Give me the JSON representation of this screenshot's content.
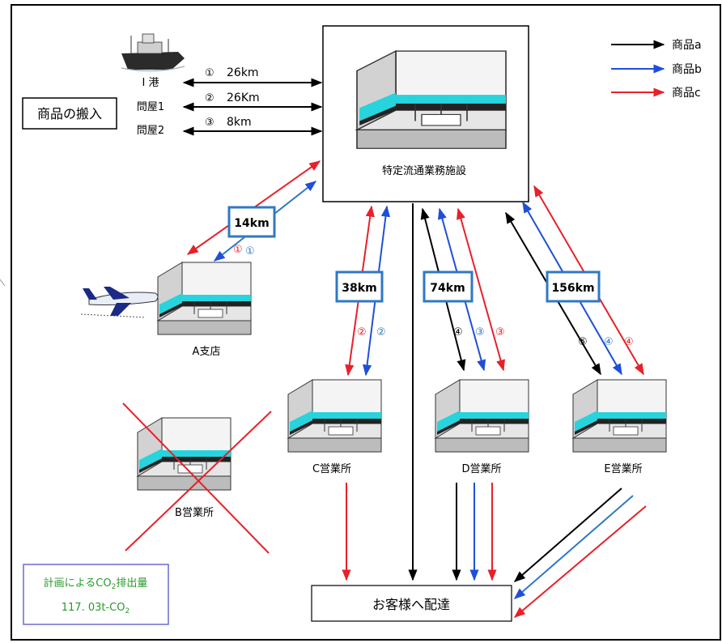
{
  "legend": [
    {
      "label": "商品a",
      "color": "#000000"
    },
    {
      "label": "商品b",
      "color": "#1f4fd8"
    },
    {
      "label": "商品c",
      "color": "#e8202a"
    }
  ],
  "inbound_title": "商品の搬入",
  "sources": [
    {
      "name": "I 港",
      "num": "①",
      "distance": "26km"
    },
    {
      "name": "問屋1",
      "num": "②",
      "distance": "26Km"
    },
    {
      "name": "問屋2",
      "num": "③",
      "distance": "8km"
    }
  ],
  "facility": {
    "name": "特定流通業務施設"
  },
  "branch_a": {
    "name": "A支店",
    "distance": "14km",
    "num_red": "①",
    "num_blue": "①"
  },
  "office_b": {
    "name": "B営業所"
  },
  "office_c": {
    "name": "C営業所",
    "distance": "38km",
    "num_red": "②",
    "num_blue": "②"
  },
  "office_d": {
    "name": "D営業所",
    "distance": "74km",
    "num_black": "④",
    "num_blue": "③",
    "num_red": "③"
  },
  "office_e": {
    "name": "E営業所",
    "distance": "156km",
    "num_black": "⑤",
    "num_blue": "④",
    "num_red": "④"
  },
  "customer": {
    "label": "お客様へ配達"
  },
  "co2": {
    "title_pre": "計画による",
    "title_co": "CO",
    "title_sub": "2",
    "title_post": "排出量",
    "value_pre": "117. 03t-CO",
    "value_sub": "2"
  },
  "colors": {
    "black": "#000000",
    "blue": "#1f4fd8",
    "red": "#e8202a",
    "box_blue": "#2f78c4",
    "co2_green": "#2a9a2a",
    "teal": "#27d3dc"
  }
}
